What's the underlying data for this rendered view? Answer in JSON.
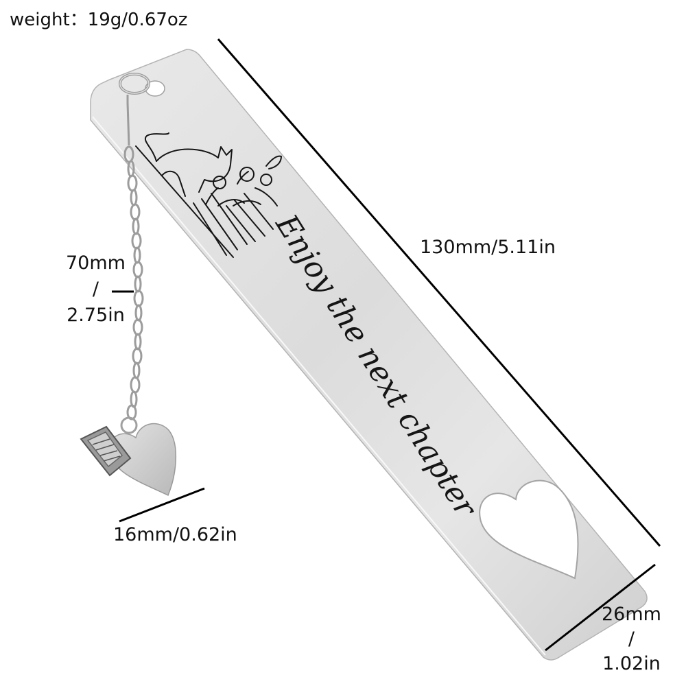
{
  "labels": {
    "weight": "weight：19g/0.67oz",
    "length": "130mm/5.11in",
    "chain_top": "70mm",
    "chain_sep": "/",
    "chain_bottom": "2.75in",
    "charm": "16mm/0.62in",
    "width_top": "26mm",
    "width_sep": "/",
    "width_bottom": "1.02in"
  },
  "engraving": {
    "text": "Enjoy the next chapter"
  },
  "colors": {
    "metal_light": "#eeeeee",
    "metal_mid": "#d2d2d2",
    "metal_dark": "#a9a9a9",
    "engraving": "#151515",
    "dimension_line": "#000000"
  }
}
